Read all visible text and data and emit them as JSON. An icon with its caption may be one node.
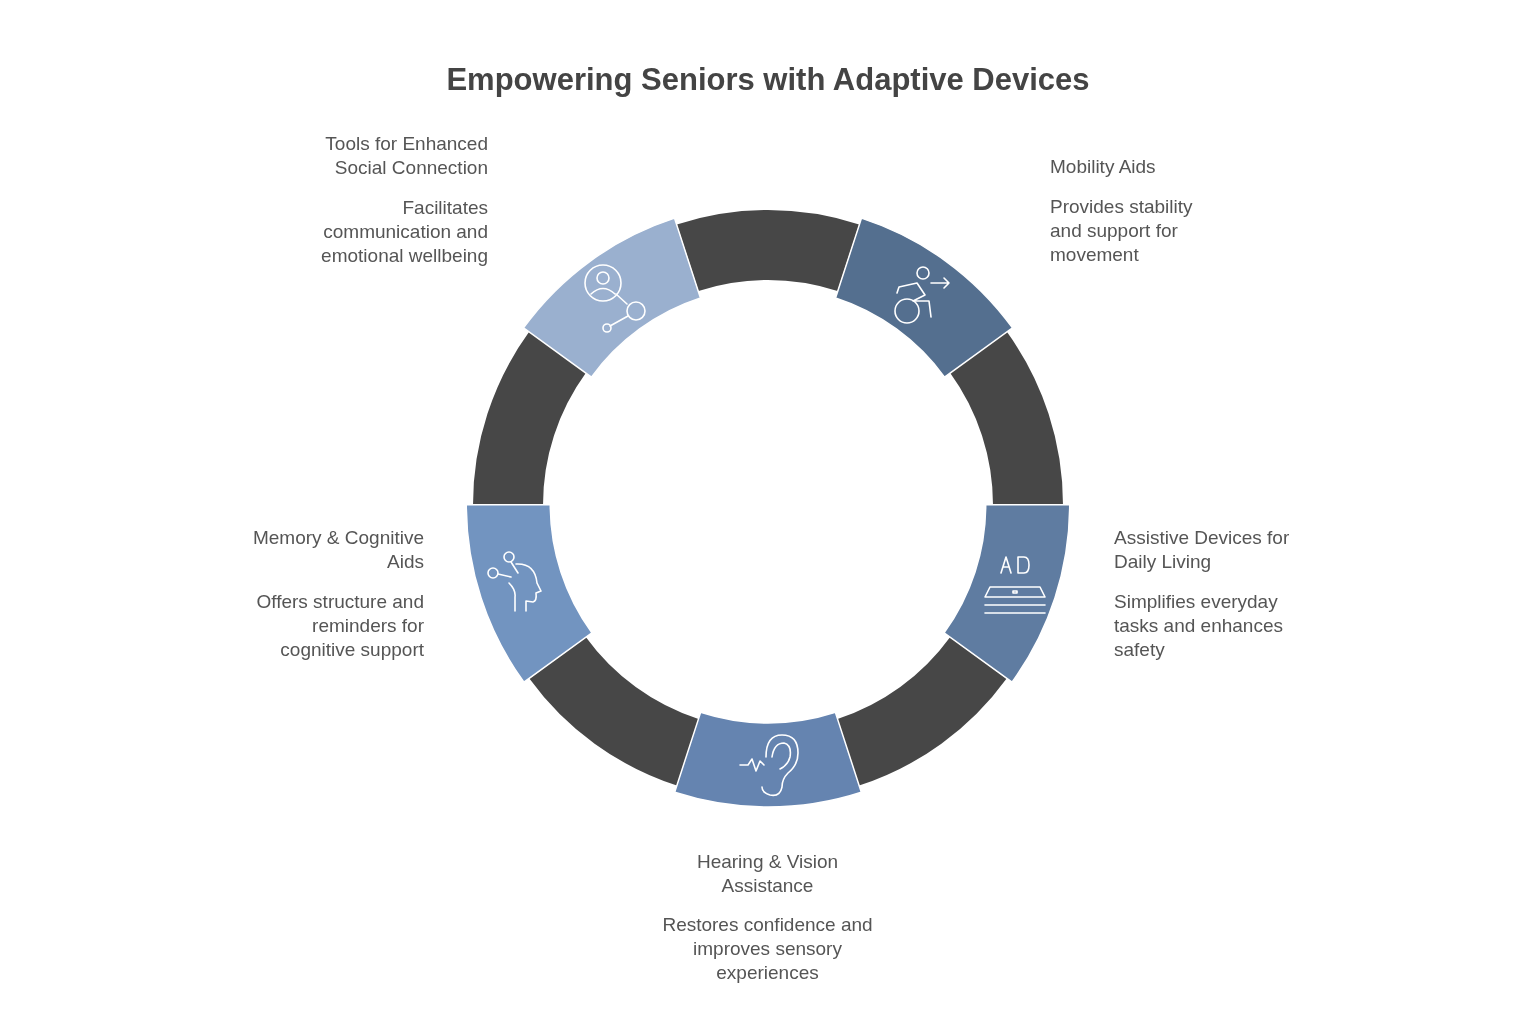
{
  "diagram": {
    "title": "Empowering Seniors with Adaptive Devices",
    "nodes": [
      {
        "text": [
          "Tools for Enhanced Social Connection",
          "Facilitates communication and emotional wellbeing"
        ]
      },
      {
        "text": [
          "Mobility Aids",
          "Provides stability and support for movement"
        ]
      },
      {
        "text": [
          "Memory & Cognitive Aids",
          "Offers structure and reminders for cognitive support"
        ]
      },
      {
        "text": [
          "Assistive Devices for Daily Living",
          "Simplifies everyday tasks and enhances safety"
        ]
      },
      {
        "text": [
          "Hearing & Vision Assistance",
          "Restores confidence and improves sensory experiences"
        ]
      }
    ],
    "edges": [
      {
        "from": 0,
        "to": 1,
        "arrow": "none"
      },
      {
        "from": 1,
        "to": 3,
        "arrow": "none"
      },
      {
        "from": 3,
        "to": 4,
        "arrow": "none"
      },
      {
        "from": 4,
        "to": 2,
        "arrow": "none"
      },
      {
        "from": 2,
        "to": 0,
        "arrow": "none"
      }
    ]
  }
}
